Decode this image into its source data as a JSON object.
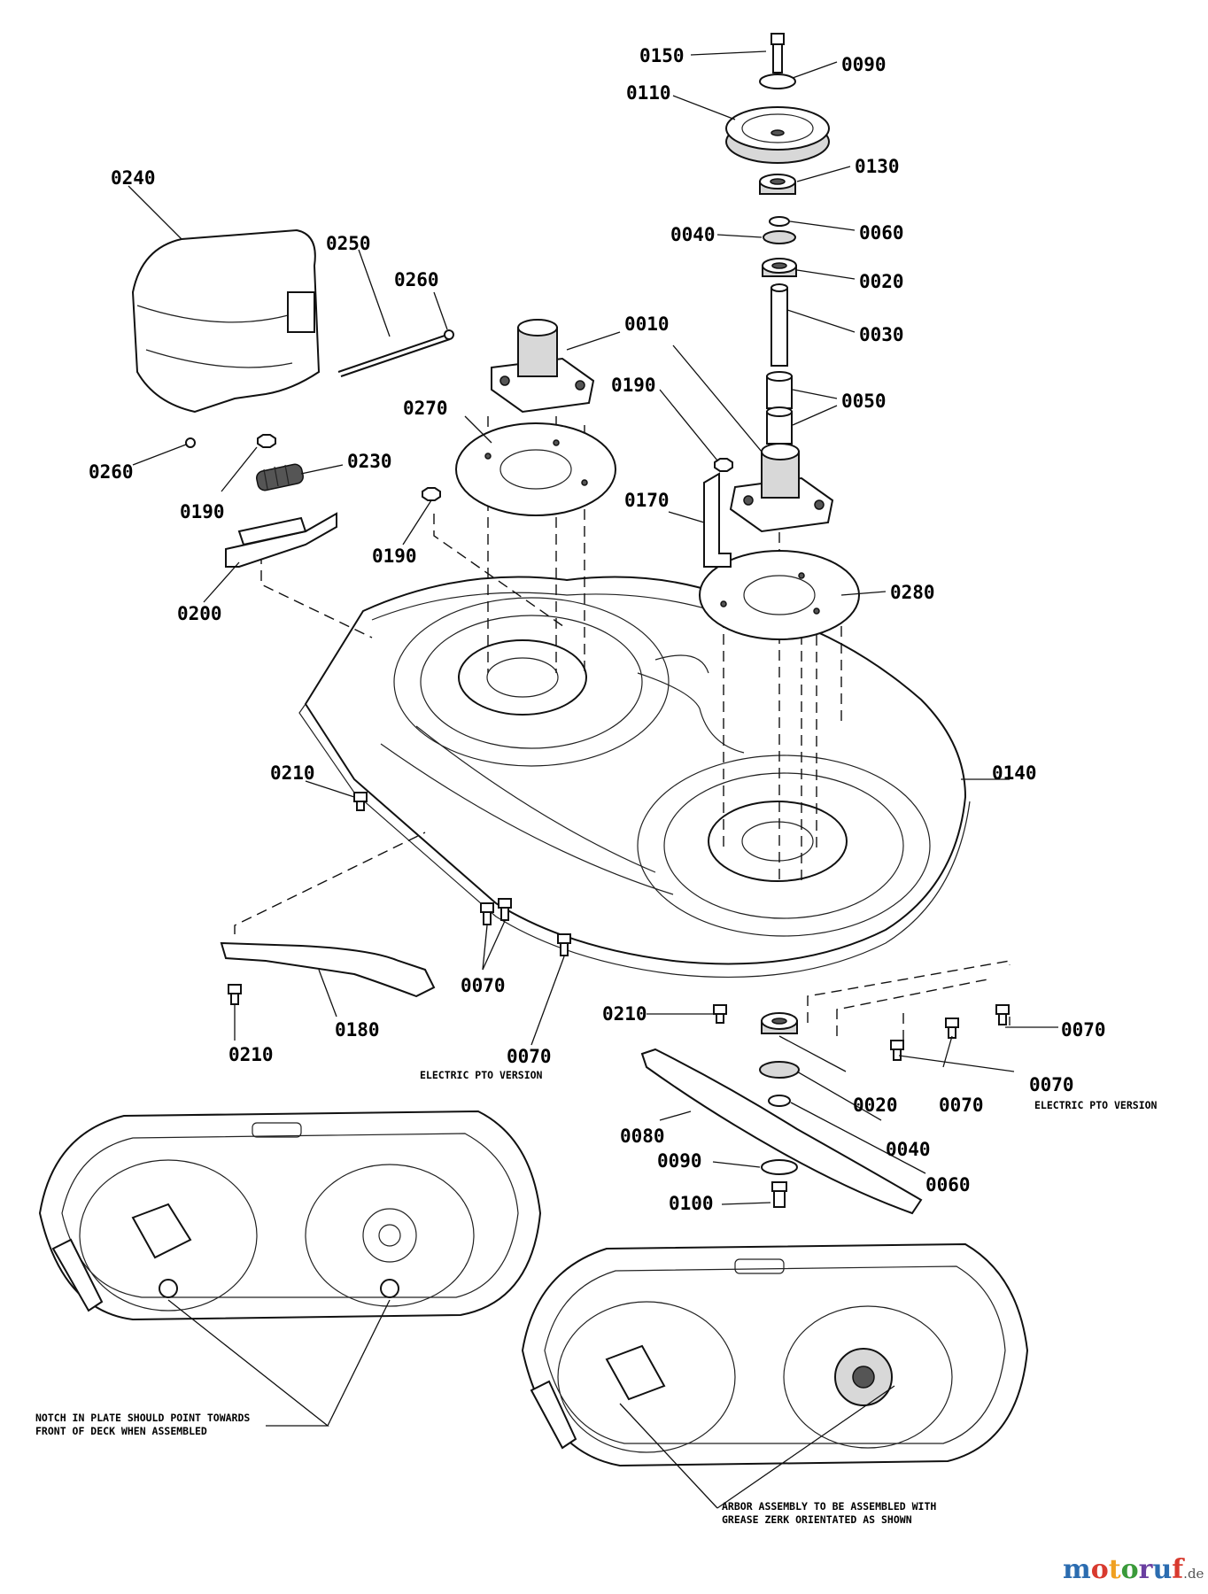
{
  "labels": {
    "l0150": "0150",
    "l0090a": "0090",
    "l0110": "0110",
    "l0130": "0130",
    "l0040a": "0040",
    "l0060a": "0060",
    "l0020a": "0020",
    "l0030": "0030",
    "l0010": "0010",
    "l0050": "0050",
    "l0190a": "0190",
    "l0170": "0170",
    "l0280": "0280",
    "l0240": "0240",
    "l0250": "0250",
    "l0260a": "0260",
    "l0260b": "0260",
    "l0190b": "0190",
    "l0230": "0230",
    "l0270": "0270",
    "l0190c": "0190",
    "l0200": "0200",
    "l0210a": "0210",
    "l0140": "0140",
    "l0070a": "0070",
    "l0180": "0180",
    "l0210b": "0210",
    "l0070b": "0070",
    "l0210c": "0210",
    "l0070c": "0070",
    "l0070d": "0070",
    "l0020b": "0020",
    "l0070e": "0070",
    "l0040b": "0040",
    "l0080": "0080",
    "l0060b": "0060",
    "l0090b": "0090",
    "l0100": "0100"
  },
  "notes": {
    "electric_pto_1": "ELECTRIC PTO VERSION",
    "electric_pto_2": "ELECTRIC PTO VERSION",
    "notch_line1": "NOTCH IN PLATE SHOULD POINT TOWARDS",
    "notch_line2": "FRONT OF DECK WHEN ASSEMBLED",
    "arbor_line1": "ARBOR ASSEMBLY TO BE ASSEMBLED WITH",
    "arbor_line2": "GREASE ZERK ORIENTATED AS SHOWN"
  },
  "watermark": {
    "letters": [
      "m",
      "o",
      "t",
      "o",
      "r",
      "u",
      "f"
    ],
    "suffix": ".de",
    "colors": [
      "#2b6cb0",
      "#d83a2f",
      "#f0a020",
      "#3a9a3a",
      "#6a3fa0",
      "#2b6cb0",
      "#d83a2f"
    ]
  }
}
